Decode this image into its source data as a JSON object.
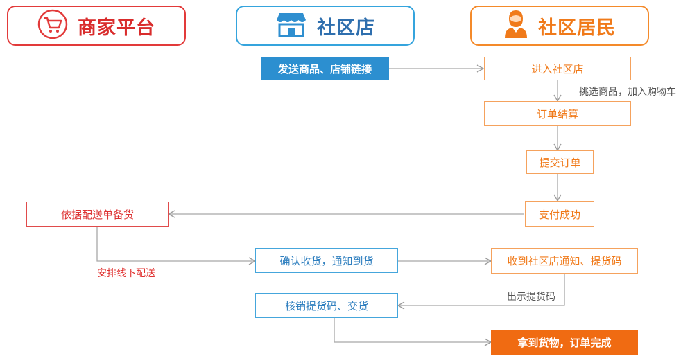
{
  "headers": {
    "merchant": "商家平台",
    "store": "社区店",
    "resident": "社区居民"
  },
  "steps": {
    "send_link": "发送商品、店铺链接",
    "enter_store": "进入社区店",
    "checkout": "订单结算",
    "submit": "提交订单",
    "pay_success": "支付成功",
    "prepare": "依据配送单备货",
    "confirm_receipt": "确认收货，通知到货",
    "receive_notice": "收到社区店通知、提货码",
    "verify_deliver": "核销提货码、交货",
    "complete": "拿到货物，订单完成"
  },
  "labels": {
    "pick_items": "挑选商品，加入购物车",
    "offline_delivery": "安排线下配送",
    "show_code": "出示提货码"
  },
  "icons": {
    "merchant": "shopping-cart-icon",
    "store": "storefront-icon",
    "resident": "person-icon"
  },
  "colors": {
    "merchant": "#e23a3a",
    "store": "#35a4dd",
    "resident": "#f48a2a"
  }
}
